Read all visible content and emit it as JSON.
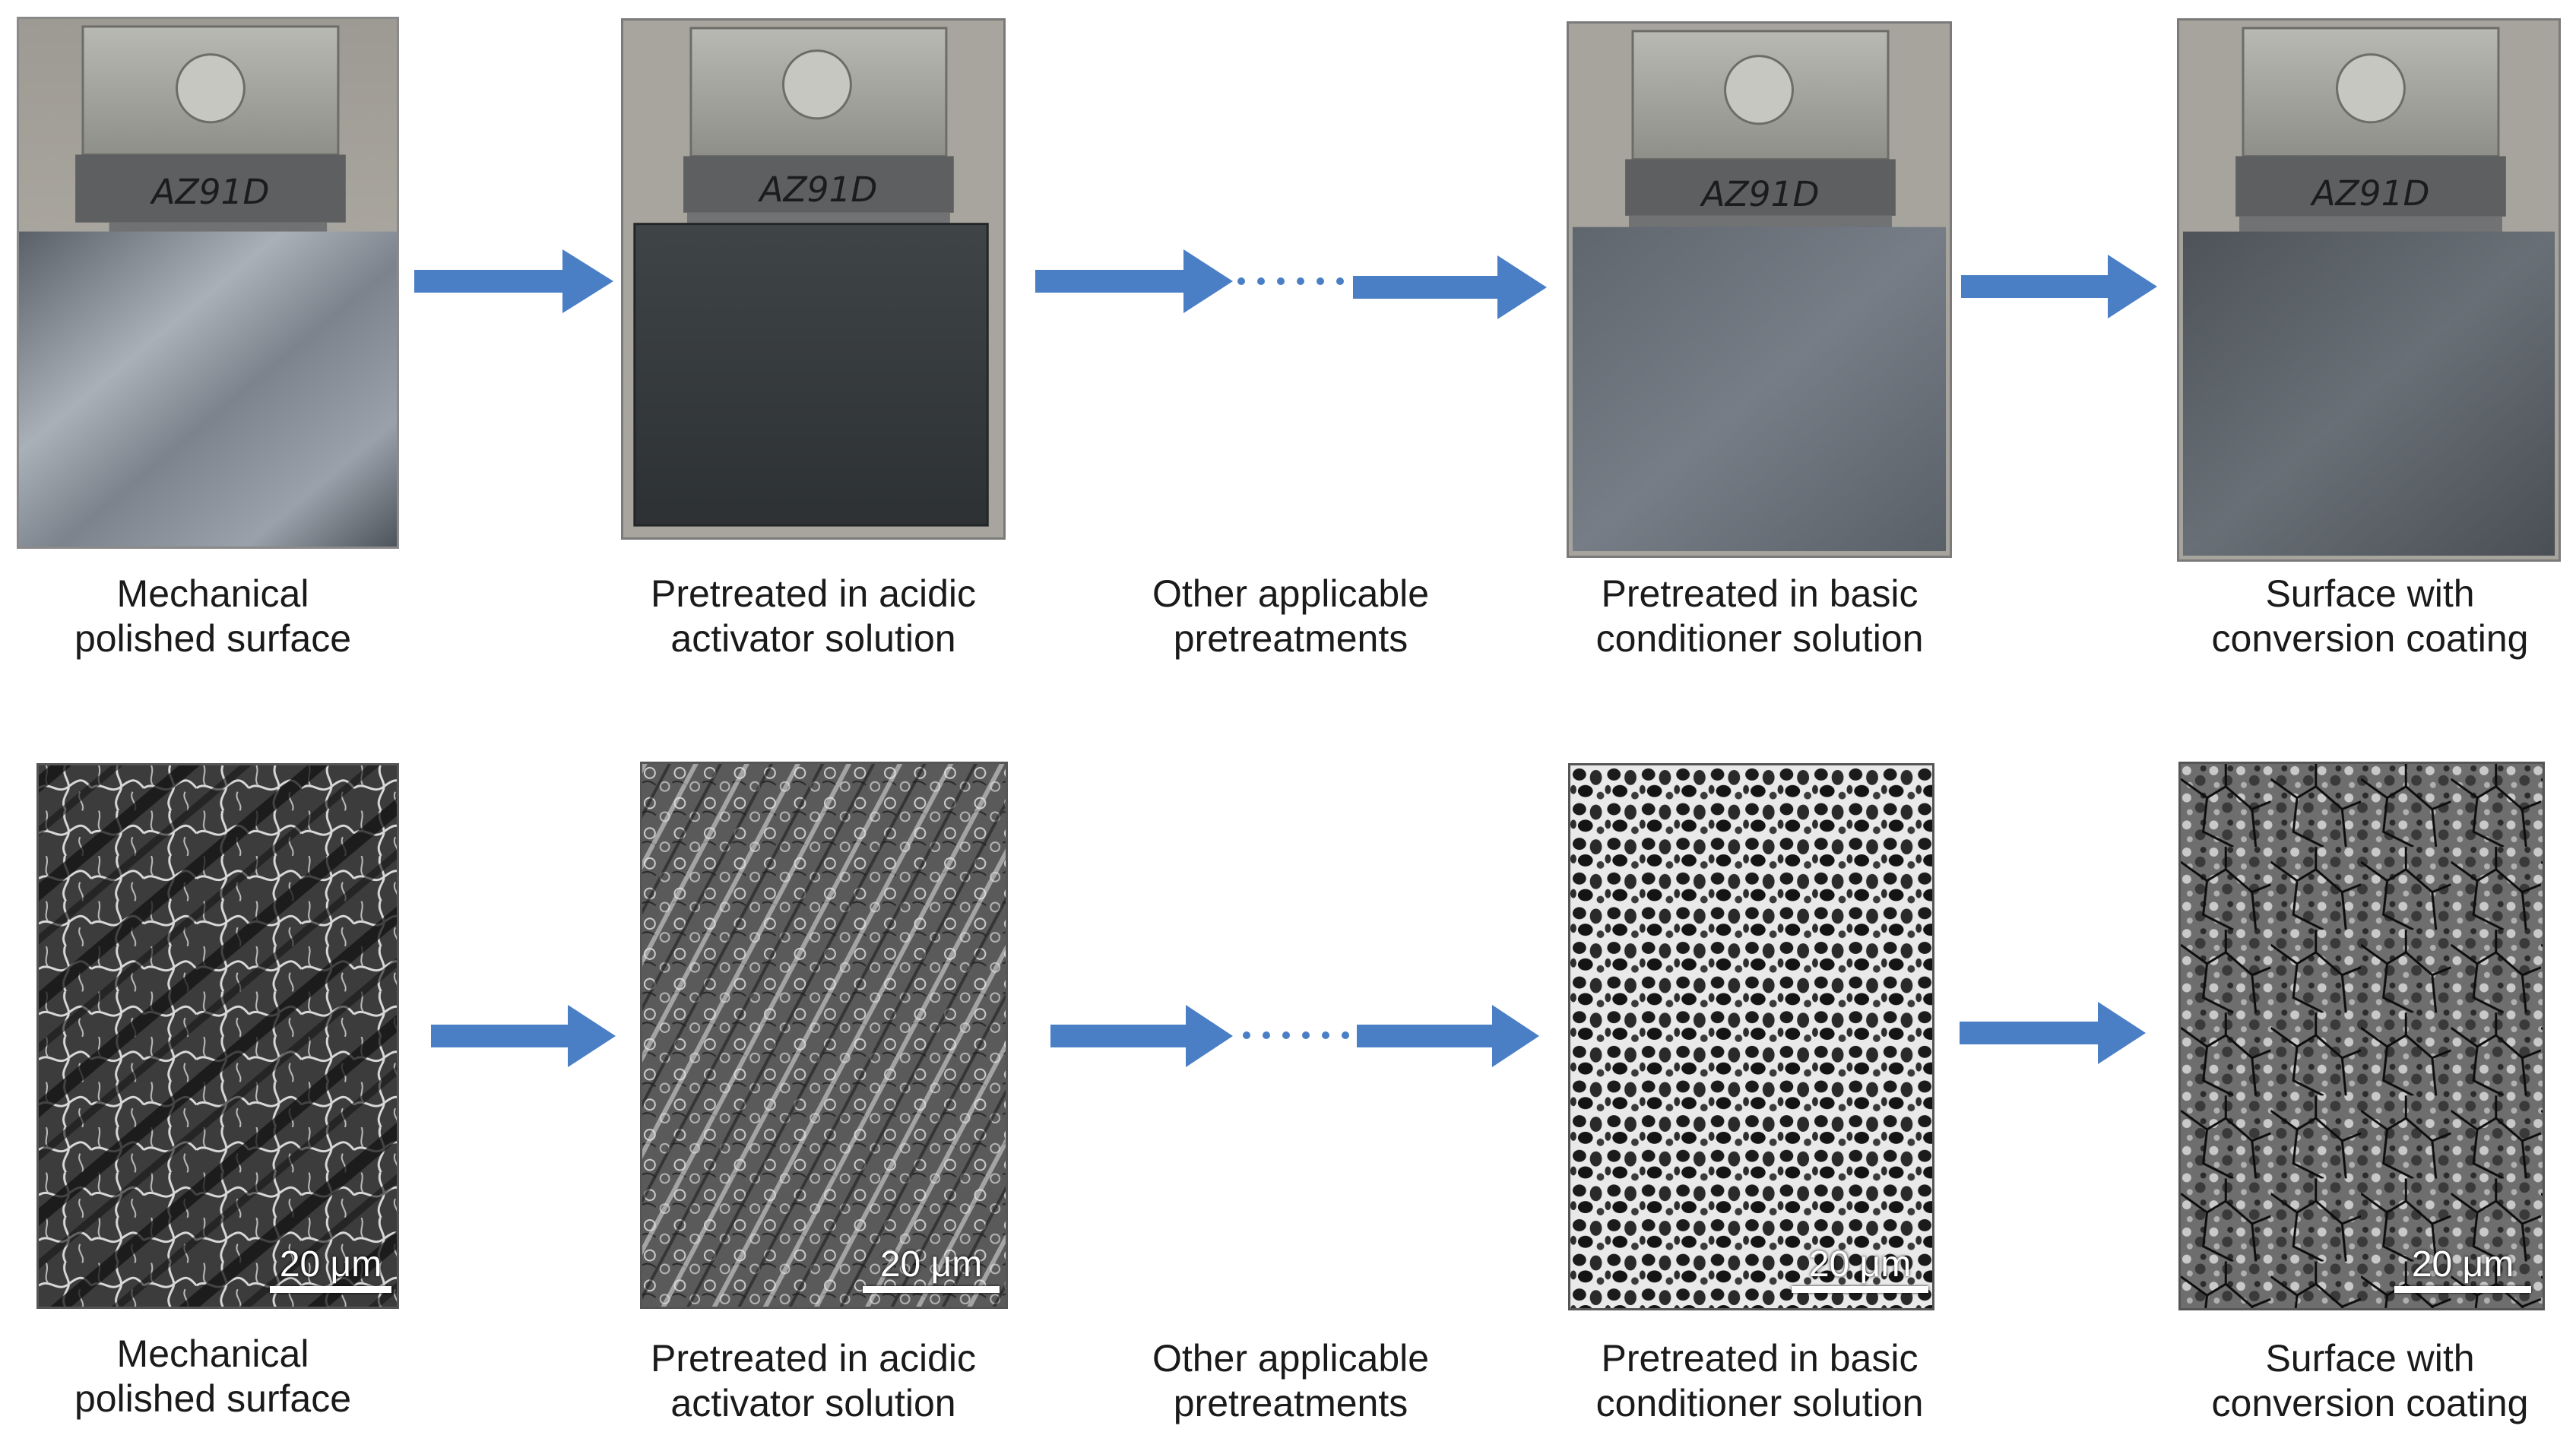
{
  "colors": {
    "arrow": "#4a7fc6",
    "caption_text": "#1a1a1a"
  },
  "row_photos": {
    "label_text": "AZ91D",
    "captions": [
      {
        "line1": "Mechanical",
        "line2": "polished surface"
      },
      {
        "line1": "Pretreated in acidic",
        "line2": "activator solution"
      },
      {
        "line1": "Other applicable",
        "line2": "pretreatments"
      },
      {
        "line1": "Pretreated in basic",
        "line2": "conditioner solution"
      },
      {
        "line1": "Surface with",
        "line2": "conversion coating"
      }
    ]
  },
  "row_sem": {
    "scale_bar_label": "20 μm",
    "captions": [
      {
        "line1": "Mechanical",
        "line2": "polished surface"
      },
      {
        "line1": "Pretreated in acidic",
        "line2": "activator solution"
      },
      {
        "line1": "Other applicable",
        "line2": "pretreatments"
      },
      {
        "line1": "Pretreated in basic",
        "line2": "conditioner solution"
      },
      {
        "line1": "Surface with",
        "line2": "conversion coating"
      }
    ]
  }
}
